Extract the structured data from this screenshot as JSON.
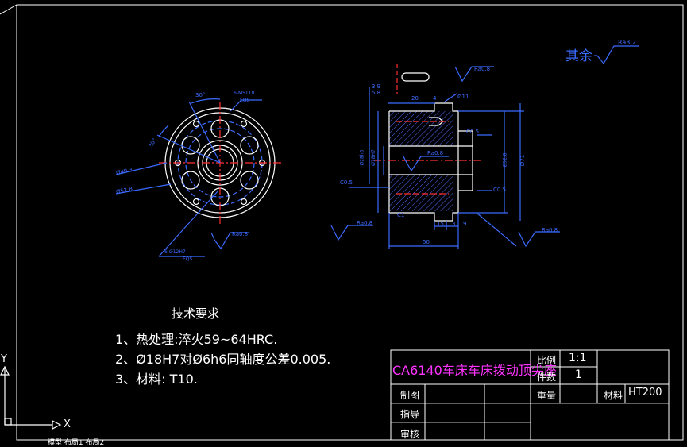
{
  "drawing": {
    "roughness_rest_label": "其余",
    "roughness_rest_value": "Ra3.2",
    "tech_title": "技术要求",
    "tech_items": [
      "1、热处理:淬火59~64HRC.",
      "2、Ø18H7对Ø6h6同轴度公差0.005.",
      "3、材料: T10."
    ]
  },
  "left_view": {
    "angle1": "30°",
    "angle2": "30°",
    "hole_note_top": "6-M5T10",
    "hole_note_top_sub": "EQS",
    "d1": "Ø40.3",
    "d2": "Ø52.8",
    "ra": "Ra0.8",
    "hole_note_bottom": "6-Ø12H7",
    "hole_note_bottom_sub": "EQS"
  },
  "section_view": {
    "ra_top": "Ra0.8",
    "dim_39": "3.9",
    "dim_58": "5.8",
    "dim_20": "20",
    "dim_4": "4",
    "dim_phi11": "Ø11",
    "dim_c05": "C0.5",
    "dim_phi28h6": "Ø28h6",
    "dim_phi18h7": "Ø18H7",
    "ra_inner": "Ra0.8",
    "dim_phi52_8": "Ø52.8",
    "dim_phi71": "Ø71",
    "dim_c05_left": "C0.5",
    "dim_c05_right": "C0.5",
    "dim_c1": "C1",
    "ra_left": "Ra0.8",
    "dim_15": "15",
    "dim_3": "3",
    "dim_9": "9",
    "dim_50": "50",
    "ra_right": "Ra0.8"
  },
  "title_block": {
    "part_name": "CA6140车床车床拨动顶尖座",
    "scale_label": "比例",
    "scale_value": "1:1",
    "qty_label": "件数",
    "qty_value": "1",
    "drawn_label": "制图",
    "weight_label": "重量",
    "material_label": "材料",
    "material_value": "HT200",
    "check_label": "指导",
    "review_label": "审核"
  },
  "ucs": {
    "x_label": "X",
    "y_label": "Y"
  },
  "status": {
    "tabs": "模型 布局1 布局2"
  },
  "colors": {
    "outline": "#ffffff",
    "dimension": "#3b6bff",
    "hatch": "#4f6bff",
    "center": "#ff3030",
    "title_magenta": "#ff33ff",
    "background": "#000000"
  }
}
